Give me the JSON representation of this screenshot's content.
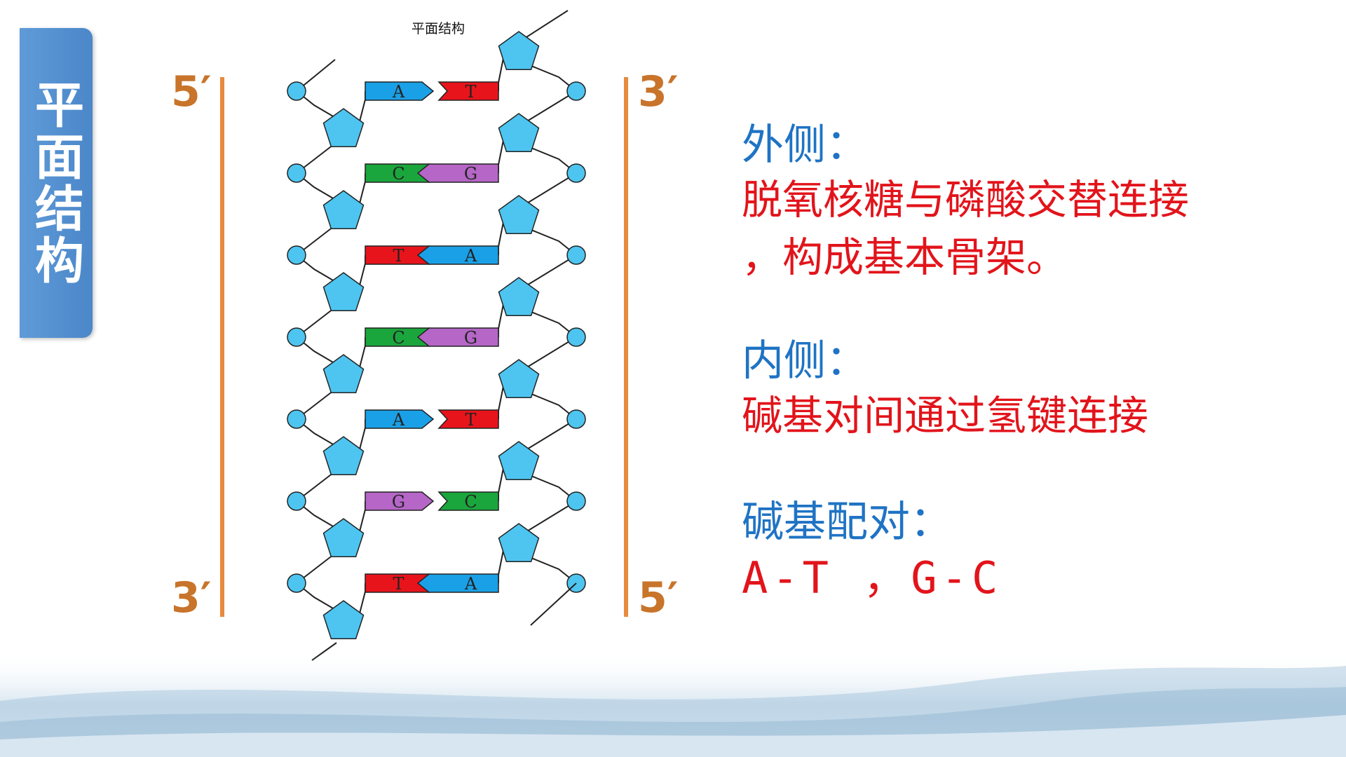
{
  "side_tab": {
    "label": "平面结构"
  },
  "diagram": {
    "title": "平面结构",
    "left_top_label": "5′",
    "left_bottom_label": "3′",
    "right_top_label": "3′",
    "right_bottom_label": "5′",
    "colors": {
      "A": "#1aa0e6",
      "T": "#e8141b",
      "C": "#1aa63c",
      "G": "#b566c6",
      "sugar": "#4dc5f0",
      "phosphate": "#4dc5f0",
      "strand": "#e88a3e"
    },
    "pairs": [
      {
        "left": "A",
        "right": "T"
      },
      {
        "left": "C",
        "right": "G"
      },
      {
        "left": "T",
        "right": "A"
      },
      {
        "left": "C",
        "right": "G"
      },
      {
        "left": "A",
        "right": "T"
      },
      {
        "left": "G",
        "right": "C"
      },
      {
        "left": "T",
        "right": "A"
      }
    ]
  },
  "text": {
    "outer_heading": "外侧：",
    "outer_body_1": "脱氧核糖与磷酸交替连接",
    "outer_body_2": "，构成基本骨架。",
    "inner_heading": "内侧：",
    "inner_body": "碱基对间通过氢键连接",
    "pairing_heading": "碱基配对：",
    "pairing_body": "A-T ，G-C"
  }
}
